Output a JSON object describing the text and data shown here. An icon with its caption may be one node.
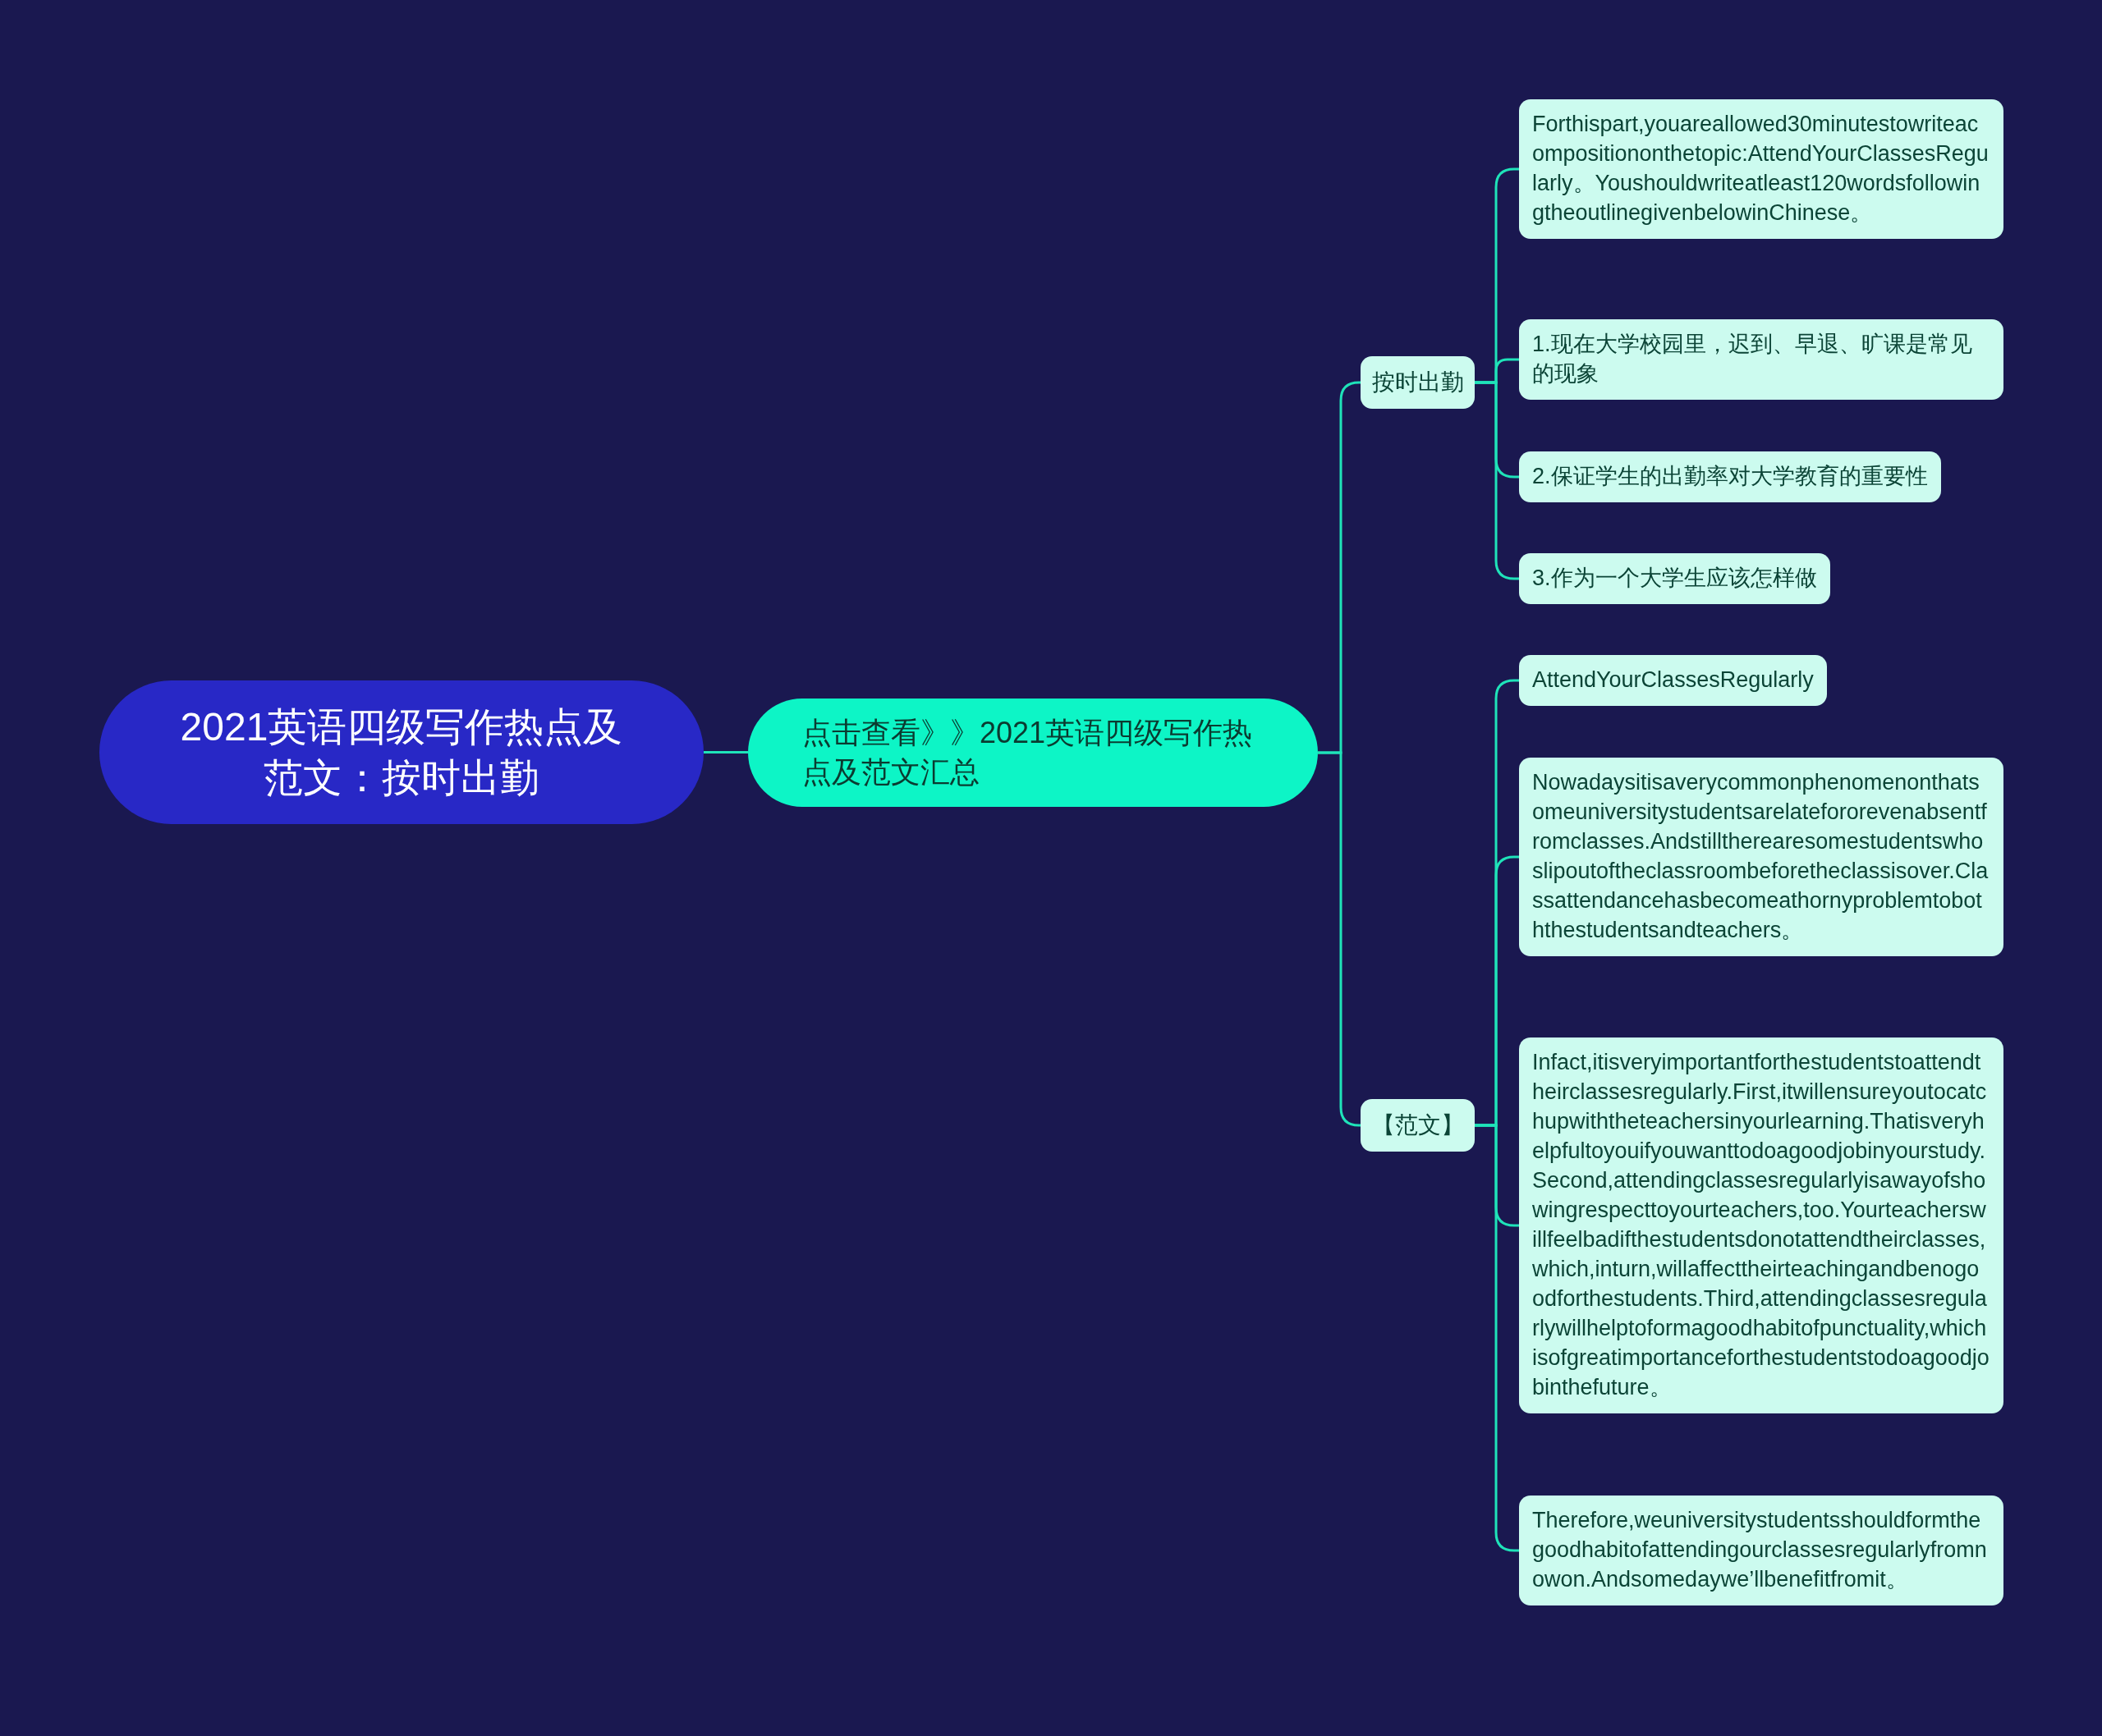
{
  "diagram": {
    "nodes": [
      {
        "text": [
          "2021英语四级写作热点及范文：按时出勤"
        ]
      },
      {
        "text": [
          "点击查看》》2021英语四级写作热点及范文汇总"
        ]
      },
      {
        "text": [
          "按时出勤"
        ]
      },
      {
        "text": [
          "Forthispart,youareallowed30minutestowriteacompositiononthetopic:AttendYourClassesRegularly。Youshouldwriteatleast120wordsfollowingtheoutlinegivenbelowinChinese。"
        ]
      },
      {
        "text": [
          "1.现在大学校园里，迟到、早退、旷课是常见的现象"
        ]
      },
      {
        "text": [
          "2.保证学生的出勤率对大学教育的重要性"
        ]
      },
      {
        "text": [
          "3.作为一个大学生应该怎样做"
        ]
      },
      {
        "text": [
          "【范文】"
        ]
      },
      {
        "text": [
          "AttendYourClassesRegularly"
        ]
      },
      {
        "text": [
          "Nowadaysitisaverycommonphenomenonthatsomeuniversitystudentsarelatefororevenabsentfromclasses.Andstilltherearesomestudentswhoslipoutoftheclassroombeforetheclassisover.Classattendancehasbecomeathornyproblemtoboththestudentsandteachers。"
        ]
      },
      {
        "text": [
          "Infact,itisveryimportantforthestudentstoattendtheirclassesregularly.First,itwillensureyoutocatchupwiththeteachersinyourlearning.Thatisveryhelpfultoyouifyouwanttodoagoodjobinyourstudy.Second,attendingclassesregularlyisawayofshowingrespecttoyourteachers,too.Yourteacherswillfeelbadifthestudentsdonotattendtheirclasses,which,inturn,willaffecttheirteachingandbenogoodforthestudents.Third,attendingclassesregularlywillhelptoformagoodhabitofpunctuality,whichisofgreatimportanceforthestudentstodoagoodjobinthefuture。"
        ]
      },
      {
        "text": [
          "Therefore,weuniversitystudentsshouldformthegoodhabitofattendingourclassesregularlyfromnowon.Andsomedaywe’llbenefitfromit。"
        ]
      }
    ],
    "edges": [
      {
        "from": 0,
        "to": 1,
        "arrow": "none"
      },
      {
        "from": 1,
        "to": 2,
        "arrow": "none"
      },
      {
        "from": 1,
        "to": 7,
        "arrow": "none"
      },
      {
        "from": 2,
        "to": 3,
        "arrow": "none"
      },
      {
        "from": 2,
        "to": 4,
        "arrow": "none"
      },
      {
        "from": 2,
        "to": 5,
        "arrow": "none"
      },
      {
        "from": 2,
        "to": 6,
        "arrow": "none"
      },
      {
        "from": 7,
        "to": 8,
        "arrow": "none"
      },
      {
        "from": 7,
        "to": 9,
        "arrow": "none"
      },
      {
        "from": 7,
        "to": 10,
        "arrow": "none"
      },
      {
        "from": 7,
        "to": 11,
        "arrow": "none"
      }
    ]
  }
}
